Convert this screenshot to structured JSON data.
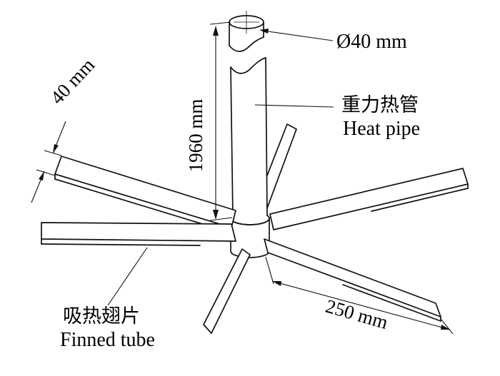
{
  "diagram": {
    "colors": {
      "line": "#111111",
      "background": "#ffffff"
    },
    "dimensions": {
      "pipe_diameter": "Ø40 mm",
      "pipe_height": "1960 mm",
      "fin_width": "40 mm",
      "fin_length": "250 mm"
    },
    "parts": {
      "heat_pipe": {
        "label_zh": "重力热管",
        "label_en": "Heat pipe"
      },
      "finned_tube": {
        "label_zh": "吸热翅片",
        "label_en": "Finned tube"
      }
    }
  }
}
